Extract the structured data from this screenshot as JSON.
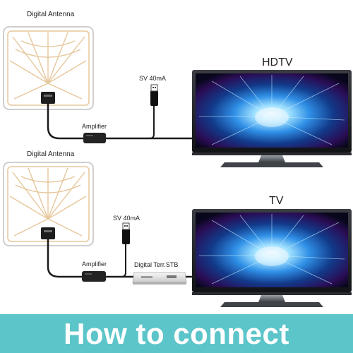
{
  "top": {
    "antenna_label": "Digital Antenna",
    "power_label": "SV 40mA",
    "amplifier_label": "Amplifier",
    "tv_label": "HDTV"
  },
  "bottom": {
    "antenna_label": "Digital Antenna",
    "power_label": "SV 40mA",
    "amplifier_label": "Amplifier",
    "stb_label": "Digital Terr.STB",
    "tv_label": "TV"
  },
  "banner": {
    "text": "How to connect"
  },
  "colors": {
    "banner": "#5cc5c9",
    "antenna_line": "#e6c79b",
    "cable": "#1a1a1a",
    "screen_glow": "#38a6ff"
  }
}
